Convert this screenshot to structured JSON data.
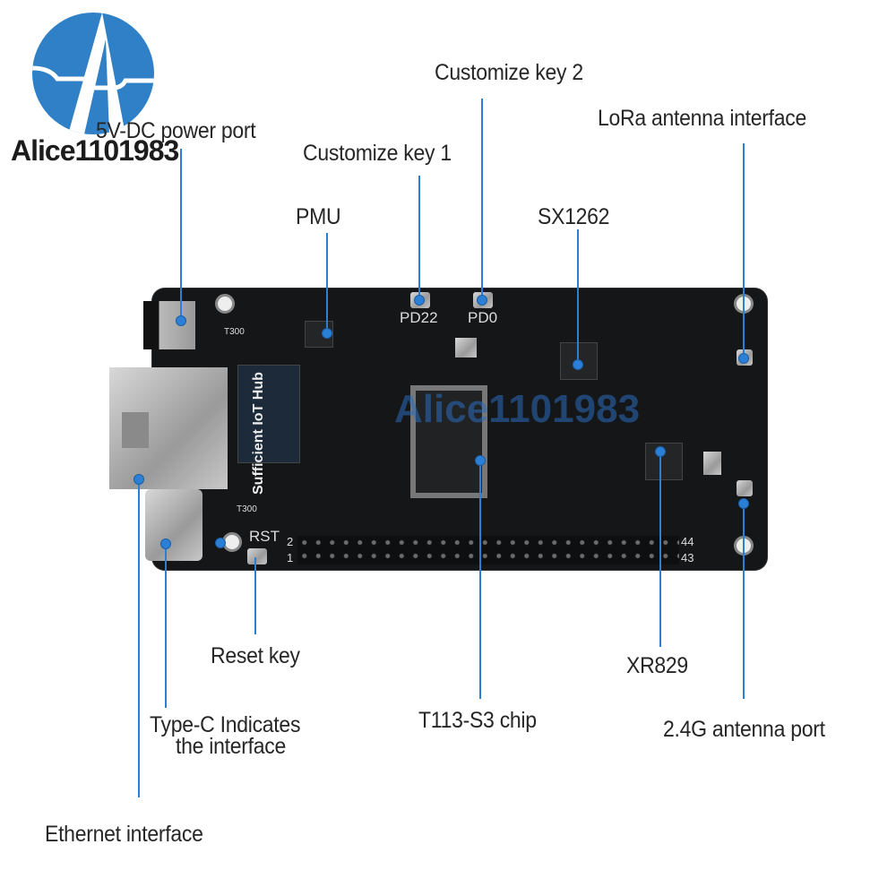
{
  "logo": {
    "text": "Alice1101983",
    "color": "#2f80c6"
  },
  "labels": {
    "key2": "Customize key 2",
    "lora": "LoRa antenna interface",
    "power": "5V-DC power port",
    "key1": "Customize key 1",
    "pmu": "PMU",
    "sx1262": "SX1262",
    "reset": "Reset key",
    "xr829": "XR829",
    "t113": "T113-S3 chip",
    "typec_line1": "Type-C Indicates",
    "typec_line2": "the interface",
    "antenna24": "2.4G antenna port",
    "ethernet": "Ethernet interface"
  },
  "board": {
    "name": "Sufficient IoT Hub",
    "watermark": "Alice1101983",
    "button_pd22": "PD22",
    "button_pd0": "PD0",
    "button_rst": "RST",
    "inductor1": "T300",
    "inductor2": "T300",
    "pin_2": "2",
    "pin_1": "1",
    "pin_44": "44",
    "pin_43": "43"
  },
  "colors": {
    "callout": "#2b7fd4",
    "board": "#141618"
  }
}
